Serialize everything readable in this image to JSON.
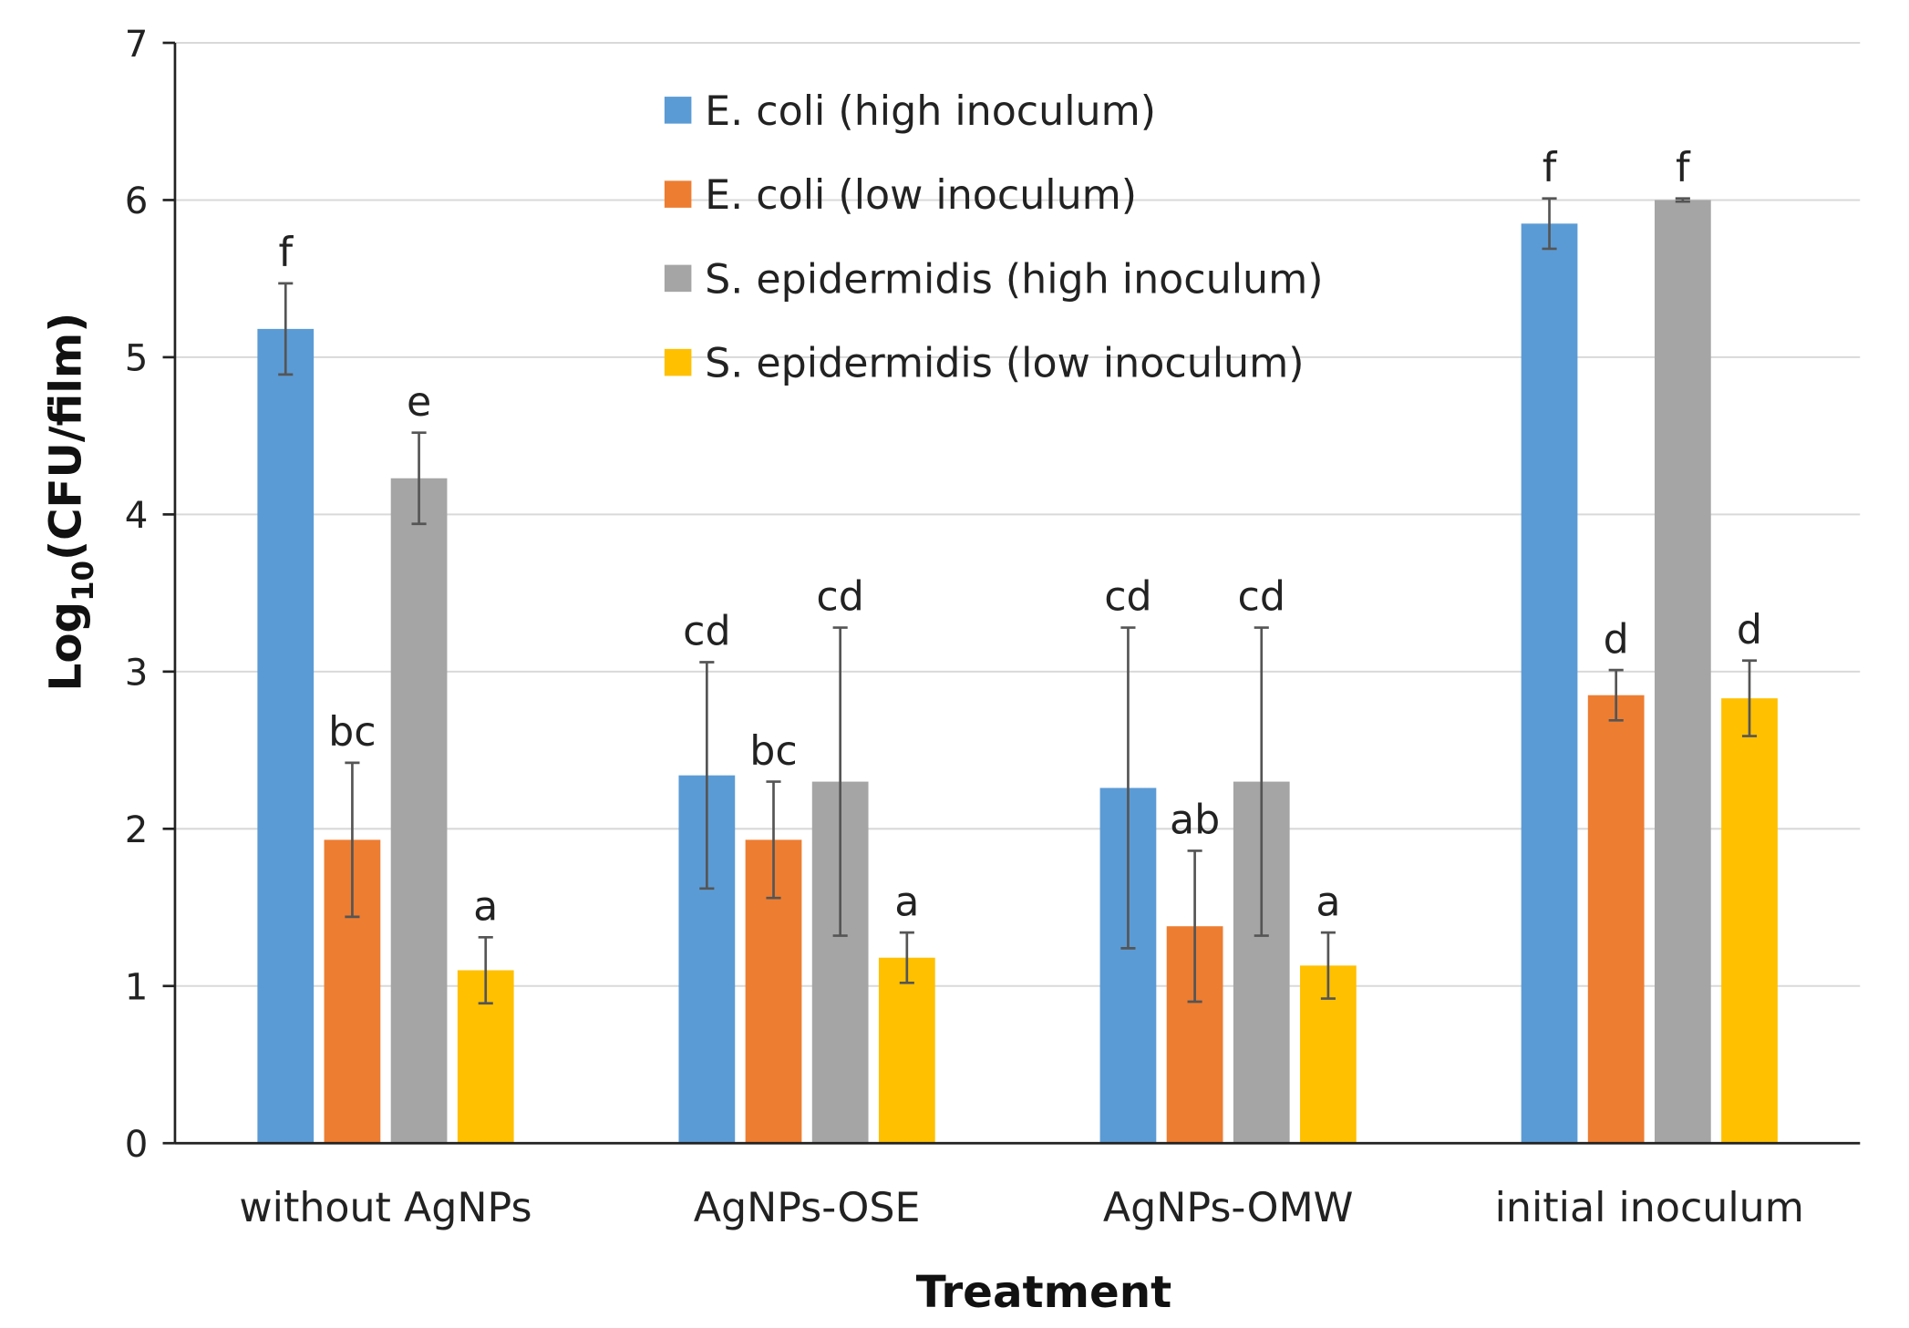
{
  "chart_data": {
    "type": "bar",
    "title": "",
    "xlabel": "Treatment",
    "ylabel_main": "Log",
    "ylabel_sub": "10",
    "ylabel_rest": "(CFU/film)",
    "ylim": [
      0,
      7
    ],
    "yticks": [
      0,
      1,
      2,
      3,
      4,
      5,
      6,
      7
    ],
    "grid": true,
    "legend_position": "top-center",
    "categories": [
      "without AgNPs",
      "AgNPs-OSE",
      "AgNPs-OMW",
      "initial inoculum"
    ],
    "series": [
      {
        "name": "E. coli (high inoculum)",
        "color": "#5B9BD5",
        "values": [
          5.18,
          2.34,
          2.26,
          5.85
        ],
        "errors": [
          0.29,
          0.72,
          1.02,
          0.16
        ],
        "letters": [
          "f",
          "cd",
          "cd",
          "f"
        ]
      },
      {
        "name": "E. coli (low inoculum)",
        "color": "#ED7D31",
        "values": [
          1.93,
          1.93,
          1.38,
          2.85
        ],
        "errors": [
          0.49,
          0.37,
          0.48,
          0.16
        ],
        "letters": [
          "bc",
          "bc",
          "ab",
          "d"
        ]
      },
      {
        "name": "S. epidermidis (high inoculum)",
        "color": "#A5A5A5",
        "values": [
          4.23,
          2.3,
          2.3,
          6.0
        ],
        "errors": [
          0.29,
          0.98,
          0.98,
          0.01
        ],
        "letters": [
          "e",
          "cd",
          "cd",
          "f"
        ]
      },
      {
        "name": "S. epidermidis (low inoculum)",
        "color": "#FFC000",
        "values": [
          1.1,
          1.18,
          1.13,
          2.83
        ],
        "errors": [
          0.21,
          0.16,
          0.21,
          0.24
        ],
        "letters": [
          "a",
          "a",
          "a",
          "d"
        ]
      }
    ]
  }
}
